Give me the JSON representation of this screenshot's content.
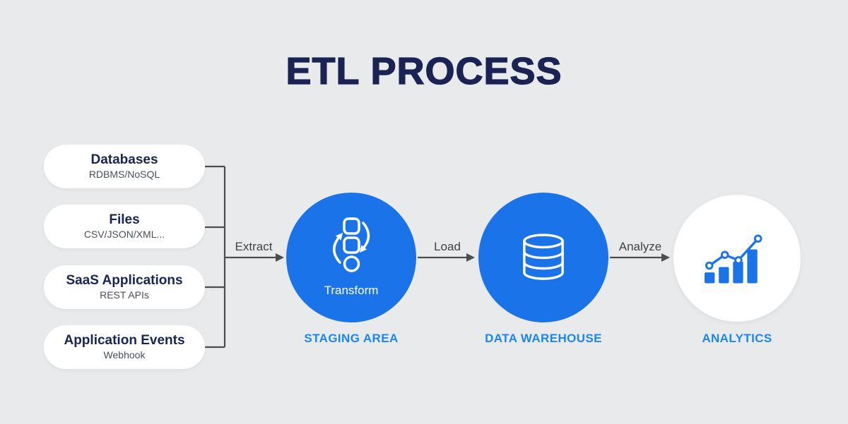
{
  "title": "ETL PROCESS",
  "sources": [
    {
      "label": "Databases",
      "sublabel": "RDBMS/NoSQL"
    },
    {
      "label": "Files",
      "sublabel": "CSV/JSON/XML..."
    },
    {
      "label": "SaaS Applications",
      "sublabel": "REST APIs"
    },
    {
      "label": "Application Events",
      "sublabel": "Webhook"
    }
  ],
  "flow_labels": {
    "extract": "Extract",
    "load": "Load",
    "analyze": "Analyze"
  },
  "stages": {
    "staging": {
      "label": "Transform",
      "caption": "STAGING AREA",
      "icon": "transform-icon"
    },
    "warehouse": {
      "caption": "DATA WAREHOUSE",
      "icon": "database-icon"
    },
    "analytics": {
      "caption": "ANALYTICS",
      "icon": "bar-line-chart-icon"
    }
  },
  "colors": {
    "background": "#e9eaec",
    "title_navy": "#1a2353",
    "node_blue": "#1a73e8",
    "caption_blue": "#1b86f2",
    "arrow_gray": "#4d4d4d",
    "pill_background": "#ffffff"
  }
}
